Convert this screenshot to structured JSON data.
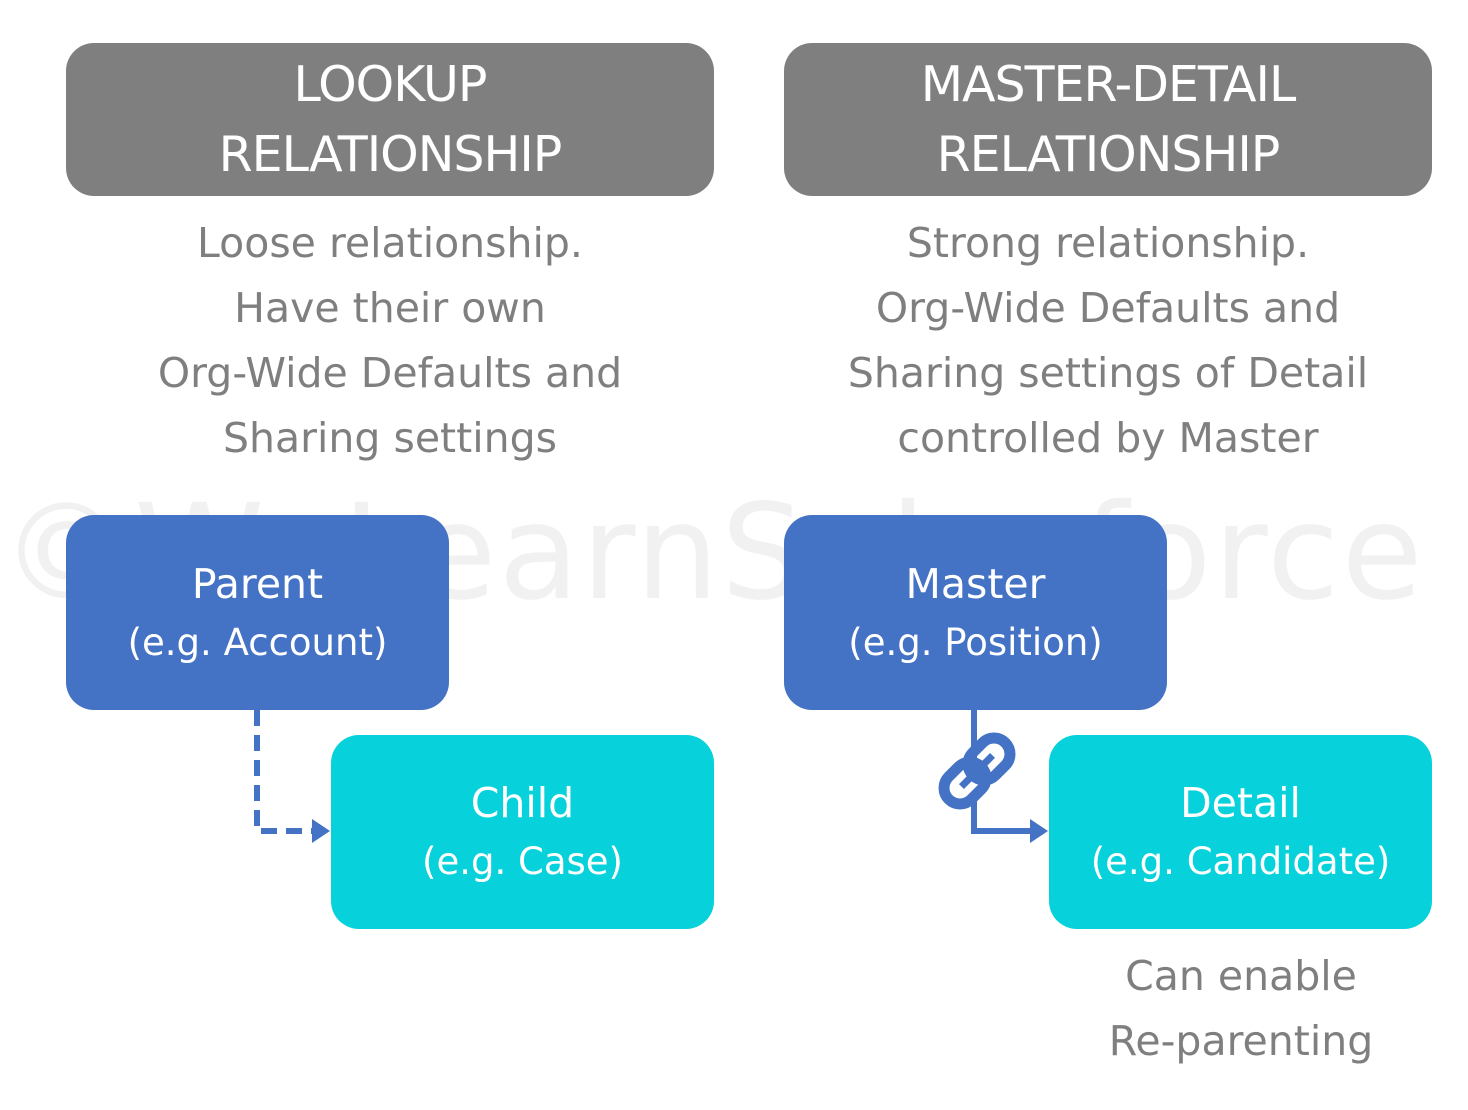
{
  "watermark": "©WeLearnSalesforce",
  "lookup": {
    "title_lines": [
      "LOOKUP",
      "RELATIONSHIP"
    ],
    "description_lines": [
      "Loose relationship.",
      "Have their own",
      "Org-Wide Defaults and",
      "Sharing settings"
    ],
    "parent": {
      "name": "Parent",
      "example": "(e.g. Account)"
    },
    "child": {
      "name": "Child",
      "example": "(e.g. Case)"
    }
  },
  "master_detail": {
    "title_lines": [
      "MASTER-DETAIL",
      "RELATIONSHIP"
    ],
    "description_lines": [
      "Strong relationship.",
      "Org-Wide Defaults and",
      "Sharing settings of Detail",
      "controlled by Master"
    ],
    "master": {
      "name": "Master",
      "example": "(e.g. Position)"
    },
    "detail": {
      "name": "Detail",
      "example": "(e.g. Candidate)"
    },
    "note_lines": [
      "Can enable",
      "Re-parenting"
    ]
  },
  "colors": {
    "header_gray": "#7f7f7f",
    "parent_blue": "#4472c4",
    "child_cyan": "#07d2db",
    "text_gray": "#7f7f7f",
    "connector_blue": "#4472c4"
  },
  "icons": {
    "lookup_connector": "dashed-elbow-arrow",
    "master_detail_connector": "solid-elbow-arrow",
    "link_icon": "chain-link-icon"
  }
}
